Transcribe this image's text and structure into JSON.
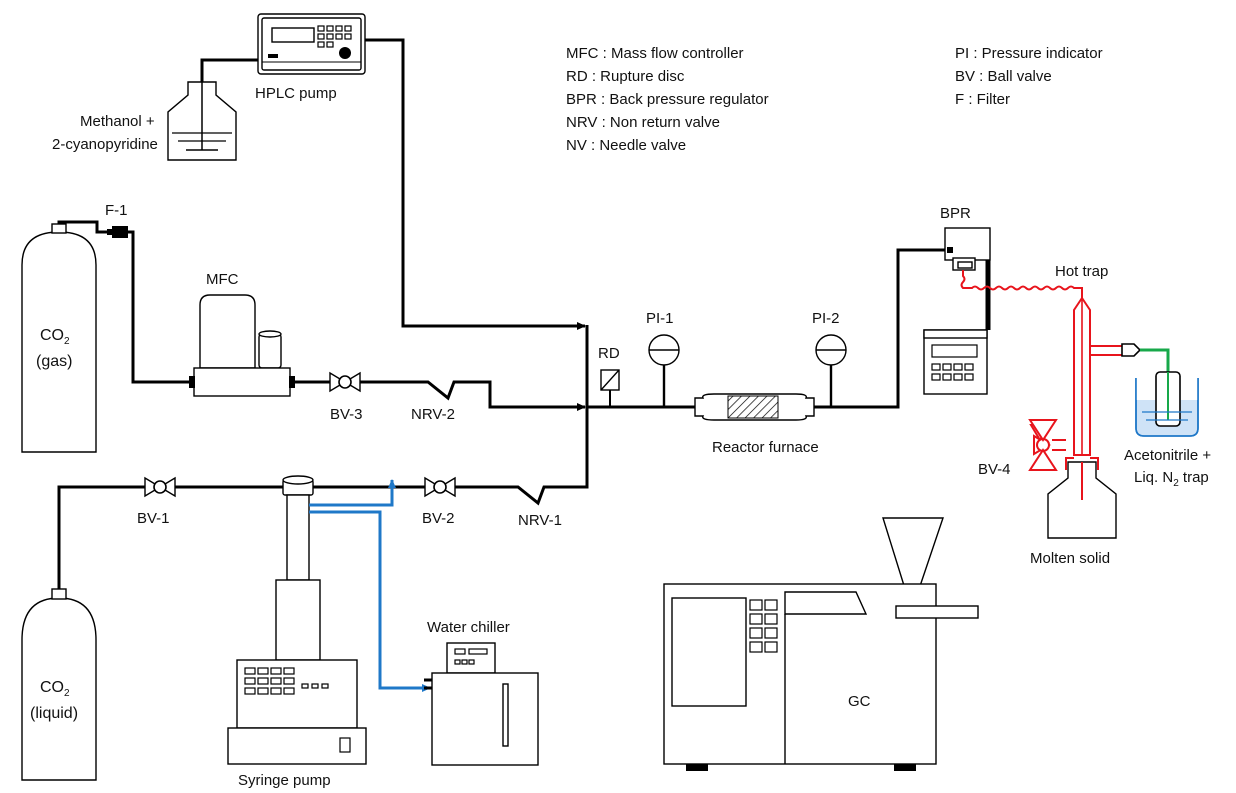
{
  "colors": {
    "pipe": "#000000",
    "hot_trap": "#e8141c",
    "coolant": "#1f78c8",
    "vent": "#17a84a",
    "liquid_nitrogen": "#cfe3f7"
  },
  "legend": {
    "left": [
      "MFC : Mass flow controller",
      "RD : Rupture disc",
      "BPR : Back pressure regulator",
      "NRV : Non return valve",
      "NV : Needle valve"
    ],
    "right": [
      "PI : Pressure indicator",
      "BV : Ball valve",
      "F : Filter"
    ]
  },
  "labels": {
    "hplc_pump": "HPLC pump",
    "methanol_line1": "Methanol +",
    "methanol_line2": "2-cyanopyridine",
    "filter": "F-1",
    "mfc": "MFC",
    "co2": "CO",
    "co2_sub": "2",
    "co2_gas_state": "(gas)",
    "co2_liquid_state": "(liquid)",
    "bv3": "BV-3",
    "nrv2": "NRV-2",
    "bv1": "BV-1",
    "bv2": "BV-2",
    "nrv1": "NRV-1",
    "rd": "RD",
    "pi1": "PI-1",
    "pi2": "PI-2",
    "reactor": "Reactor furnace",
    "bpr": "BPR",
    "hot_trap": "Hot trap",
    "bv4": "BV-4",
    "molten_solid": "Molten solid",
    "acetonitrile_line1": "Acetonitrile +",
    "acetonitrile_line2_a": "Liq. N",
    "acetonitrile_line2_sub": "2",
    "acetonitrile_line2_b": " trap",
    "water_chiller": "Water chiller",
    "syringe_pump": "Syringe pump",
    "gc": "GC"
  }
}
